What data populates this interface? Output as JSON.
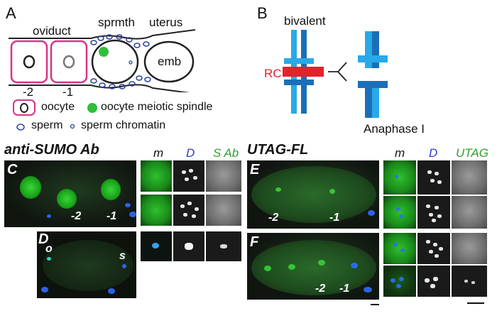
{
  "panelA": {
    "letter": "A",
    "oviduct": "oviduct",
    "spermatheca": "sprmth",
    "uterus": "uterus",
    "embryo": "emb",
    "pos_minus2": "-2",
    "pos_minus1": "-1",
    "legend": {
      "oocyte": "oocyte",
      "spindle": "oocyte meiotic spindle",
      "sperm": "sperm",
      "sperm_chromatin": "sperm chromatin"
    },
    "colors": {
      "oocyte_outline": "#d6338a",
      "spindle": "#2fbf3a",
      "sperm": "#2b3f9a"
    }
  },
  "panelB": {
    "letter": "B",
    "bivalent": "bivalent",
    "rc": "RC",
    "anaphase": "Anaphase I",
    "colors": {
      "light_blue": "#29a9e8",
      "dark_blue": "#1a6fb8",
      "rc_red": "#e8202a"
    }
  },
  "leftGroup": {
    "title": "anti-SUMO Ab",
    "panelC": {
      "letter": "C",
      "minus2": "-2",
      "minus1": "-1"
    },
    "panelD": {
      "letter": "D",
      "o": "o",
      "s": "s"
    },
    "cols": {
      "m": "m",
      "D": "D",
      "S": "S Ab"
    }
  },
  "rightGroup": {
    "title": "UTAG-FL",
    "panelE": {
      "letter": "E",
      "minus2": "-2",
      "minus1": "-1"
    },
    "panelF": {
      "letter": "F",
      "minus2": "-2",
      "minus1": "-1"
    },
    "cols": {
      "m": "m",
      "D": "D",
      "U": "UTAG"
    }
  },
  "colors": {
    "dapi_blue": "#2a3fd6",
    "green": "#2fa02f"
  }
}
